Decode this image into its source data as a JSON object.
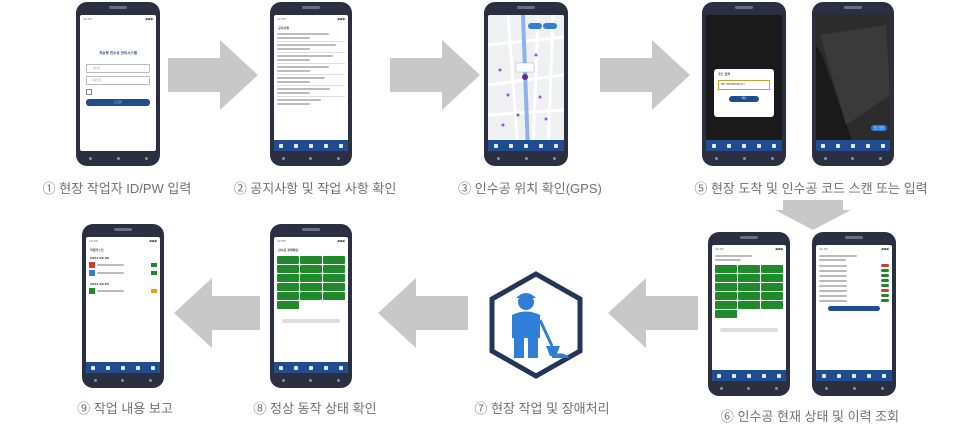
{
  "steps": [
    {
      "label": "① 현장 작업자 ID/PW 입력"
    },
    {
      "label": "② 공지사항 및 작업 사항 확인"
    },
    {
      "label": "③ 인수공 위치 확인(GPS)"
    },
    {
      "label": "⑤ 현장 도착 및 인수공 코드 스캔 또는 입력"
    },
    {
      "label": "⑥ 인수공 현재 상태 및 이력 조회"
    },
    {
      "label": "⑦ 현장 작업 및 장애처리"
    },
    {
      "label": "⑧ 정상 동작 상태 확인"
    },
    {
      "label": "⑨ 작업 내용 보고"
    }
  ],
  "screens": {
    "login_title": "지능형 인수공 관리시스템",
    "login_id_placeholder": "아이디",
    "login_pw_placeholder": "패스워드",
    "login_button": "로그인",
    "notice_title": "공지사항",
    "code_modal_title": "코드 입력",
    "code_modal_value": "MH 00000000(51)",
    "code_modal_button": "확인",
    "camera_badge": "코드 입력",
    "status_title": "인수공 상태확인",
    "report_title": "작업리스트",
    "report_date1": "2022.08.08",
    "report_date2": "2022.08.05"
  },
  "colors": {
    "accent": "#1f4d8f",
    "ok": "#1e8a2a",
    "alert": "#d23a2a",
    "arrow": "#c8c8c8",
    "hex_border": "#23365a",
    "worker": "#2f7fd8"
  },
  "icons": {
    "worker": "worker-shovel-icon"
  }
}
